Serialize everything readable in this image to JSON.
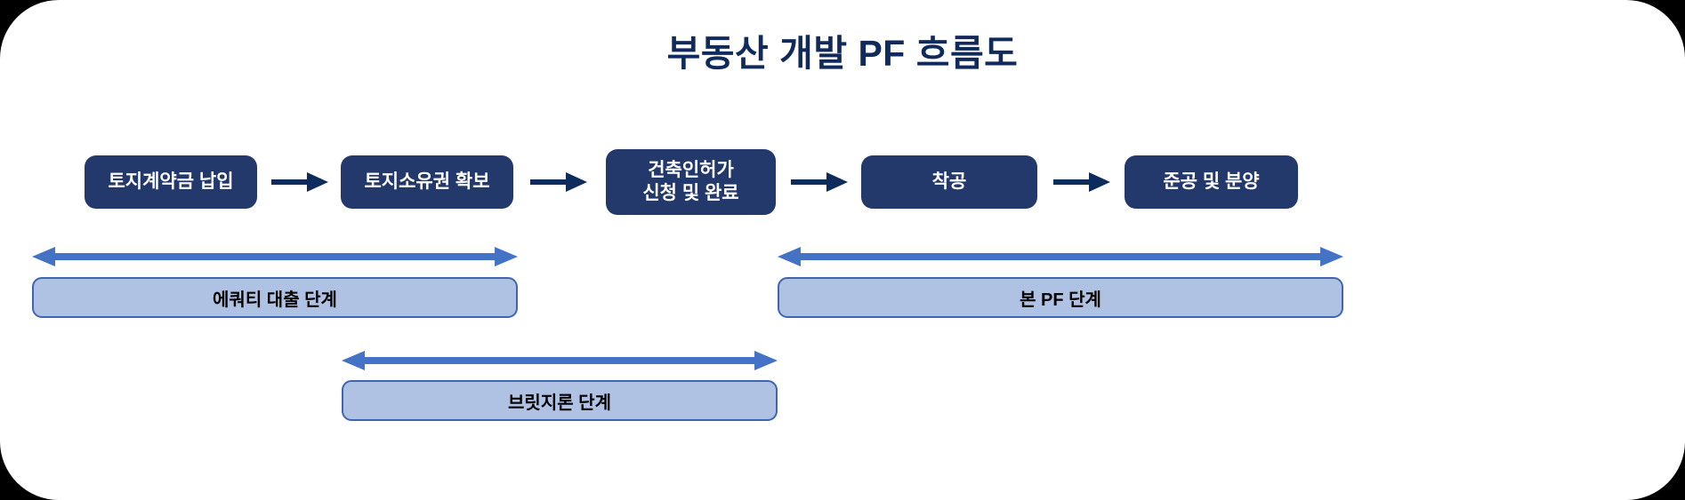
{
  "card": {
    "background_color": "#FFFFFF",
    "page_background_color": "#000000"
  },
  "title": "부동산 개발 PF 흐름도",
  "colors": {
    "title_navy": "#102A5C",
    "box_navy": "#24396B",
    "box_text": "#FFFFFF",
    "connector_arrow": "#0D2C5B",
    "stage_bar_fill": "#AFC2E3",
    "stage_bar_border": "#3F64B0",
    "span_arrow": "#4472C4",
    "stage_bar_text": "#000000"
  },
  "process_steps": [
    {
      "id": "step-1",
      "label": "토지계약금 납입"
    },
    {
      "id": "step-2",
      "label": "토지소유권 확보"
    },
    {
      "id": "step-3",
      "label": "건축인허가\n신청 및 완료"
    },
    {
      "id": "step-4",
      "label": "착공"
    },
    {
      "id": "step-5",
      "label": "준공 및 분양"
    }
  ],
  "connectors": [
    {
      "id": "connector-1",
      "from": "step-1",
      "to": "step-2",
      "direction": "right"
    },
    {
      "id": "connector-2",
      "from": "step-2",
      "to": "step-3",
      "direction": "right"
    },
    {
      "id": "connector-3",
      "from": "step-3",
      "to": "step-4",
      "direction": "right"
    },
    {
      "id": "connector-4",
      "from": "step-4",
      "to": "step-5",
      "direction": "right"
    }
  ],
  "stages": [
    {
      "id": "stage-equity",
      "label": "에쿼티 대출 단계",
      "spans_steps": [
        "step-1",
        "step-2"
      ],
      "row": "upper"
    },
    {
      "id": "stage-main-pf",
      "label": "본 PF 단계",
      "spans_steps": [
        "step-4",
        "step-5"
      ],
      "row": "upper"
    },
    {
      "id": "stage-bridge",
      "label": "브릿지론 단계",
      "spans_steps": [
        "step-2",
        "step-3"
      ],
      "row": "lower"
    }
  ],
  "span_arrows": [
    {
      "id": "span-arrow-equity",
      "for_stage": "stage-equity",
      "direction": "both"
    },
    {
      "id": "span-arrow-main-pf",
      "for_stage": "stage-main-pf",
      "direction": "both"
    },
    {
      "id": "span-arrow-bridge",
      "for_stage": "stage-bridge",
      "direction": "both"
    }
  ]
}
